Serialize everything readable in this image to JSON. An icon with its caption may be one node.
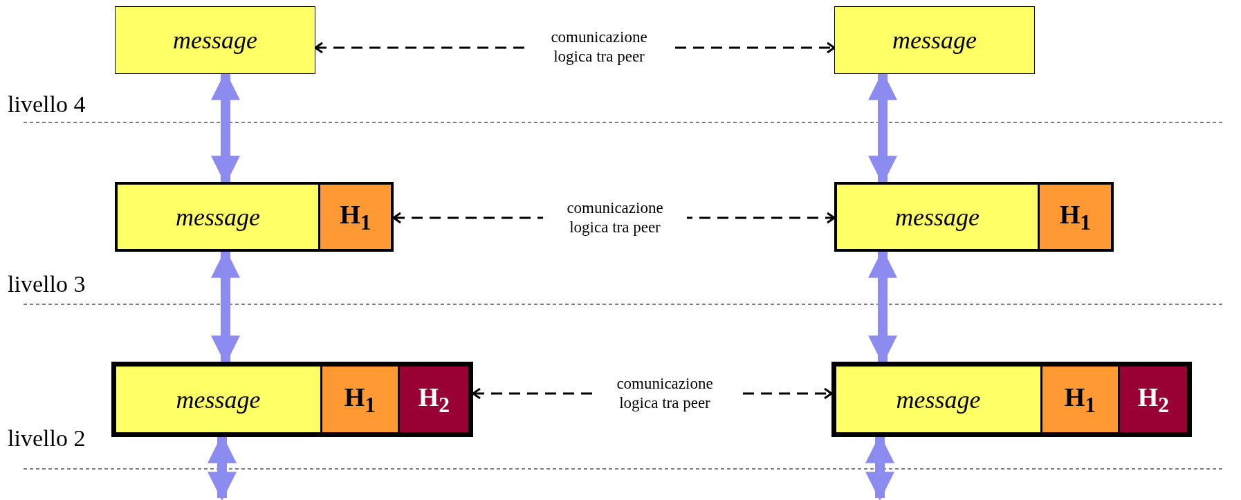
{
  "diagram": {
    "nodes": [
      {
        "text": [
          "message"
        ]
      },
      {
        "text": [
          "message"
        ]
      },
      {
        "text": [],
        "shape": "box"
      },
      {
        "text": [
          "message"
        ],
        "in": 2
      },
      {
        "text": [
          "H$_{1}$"
        ],
        "in": 2
      },
      {
        "text": [],
        "shape": "box"
      },
      {
        "text": [
          "message"
        ],
        "in": 5
      },
      {
        "text": [
          "H$_{1}$"
        ],
        "in": 5
      },
      {
        "text": [],
        "shape": "box"
      },
      {
        "text": [
          "message"
        ],
        "in": 8
      },
      {
        "text": [
          "H$_{1}$"
        ],
        "in": 8
      },
      {
        "text": [
          "H$_{2}$"
        ],
        "in": 8
      },
      {
        "text": [],
        "shape": "box"
      },
      {
        "text": [
          "message"
        ],
        "in": 12
      },
      {
        "text": [
          "H$_{1}$"
        ],
        "in": 12
      },
      {
        "text": [
          "H$_{2}$"
        ],
        "in": 12
      }
    ],
    "edges": [
      {
        "from": 0,
        "to": 1,
        "arrow": "both",
        "style": "dashed",
        "color": "#000000",
        "label": "comunicazione logica tra peer"
      },
      {
        "from": 2,
        "to": 5,
        "arrow": "both",
        "style": "dashed",
        "color": "#000000",
        "label": "comunicazione logica tra peer"
      },
      {
        "from": 8,
        "to": 12,
        "arrow": "both",
        "style": "dashed",
        "color": "#000000",
        "label": "comunicazione logica tra peer"
      },
      {
        "from": 0,
        "to": 2,
        "arrow": "both",
        "color": "#8c8cf0"
      },
      {
        "from": 1,
        "to": 5,
        "arrow": "both",
        "color": "#8c8cf0"
      },
      {
        "from": 2,
        "to": 8,
        "arrow": "both",
        "color": "#8c8cf0"
      },
      {
        "from": 5,
        "to": 12,
        "arrow": "both",
        "color": "#8c8cf0"
      },
      {
        "from": 8,
        "to": null,
        "arrow": "both",
        "color": "#8c8cf0"
      },
      {
        "from": 12,
        "to": null,
        "arrow": "both",
        "color": "#8c8cf0"
      }
    ],
    "labels": [
      "livello 4",
      "livello 3",
      "livello 2"
    ]
  }
}
